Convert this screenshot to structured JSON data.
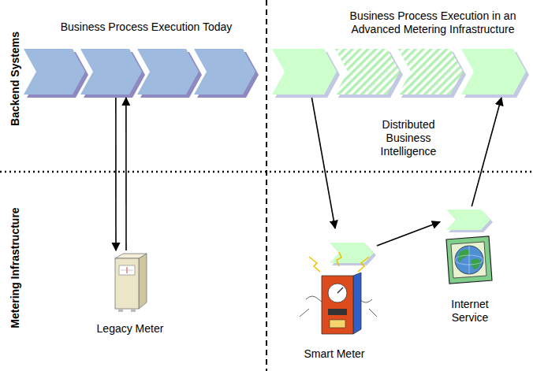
{
  "diagram": {
    "nodes": [
      {
        "text": [
          "Business Process Execution Today"
        ]
      },
      {
        "text": [
          "Business Process Execution in an Advanced Metering Infrastructure"
        ]
      },
      {
        "text": [
          "Legacy Meter"
        ]
      },
      {
        "text": [
          "Smart Meter"
        ]
      },
      {
        "text": [
          "Internet Service"
        ]
      }
    ],
    "edges": [
      {
        "from": 0,
        "to": 2,
        "arrow": "to"
      },
      {
        "from": 2,
        "to": 0,
        "arrow": "to"
      },
      {
        "from": 1,
        "to": 3,
        "arrow": "to"
      },
      {
        "from": 3,
        "to": 4,
        "arrow": "to"
      },
      {
        "from": 4,
        "to": 1,
        "arrow": "to"
      }
    ],
    "labels": [
      "Backend Systems",
      "Metering Infrastructure",
      "Distributed Business Intelligence"
    ]
  }
}
